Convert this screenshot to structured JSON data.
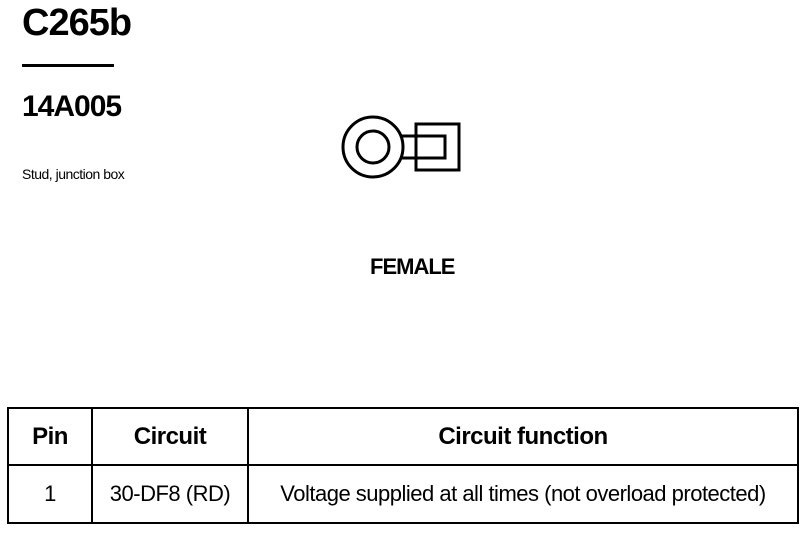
{
  "connector": {
    "id": "C265b",
    "part_number": "14A005",
    "description": "Stud, junction box",
    "gender": "FEMALE"
  },
  "table": {
    "headers": {
      "pin": "Pin",
      "circuit": "Circuit",
      "function": "Circuit function"
    },
    "rows": [
      {
        "pin": "1",
        "circuit": "30-DF8 (RD)",
        "function": "Voltage supplied at all times (not overload protected)"
      }
    ]
  },
  "icons": {
    "connector_face": "ring-terminal-icon"
  }
}
